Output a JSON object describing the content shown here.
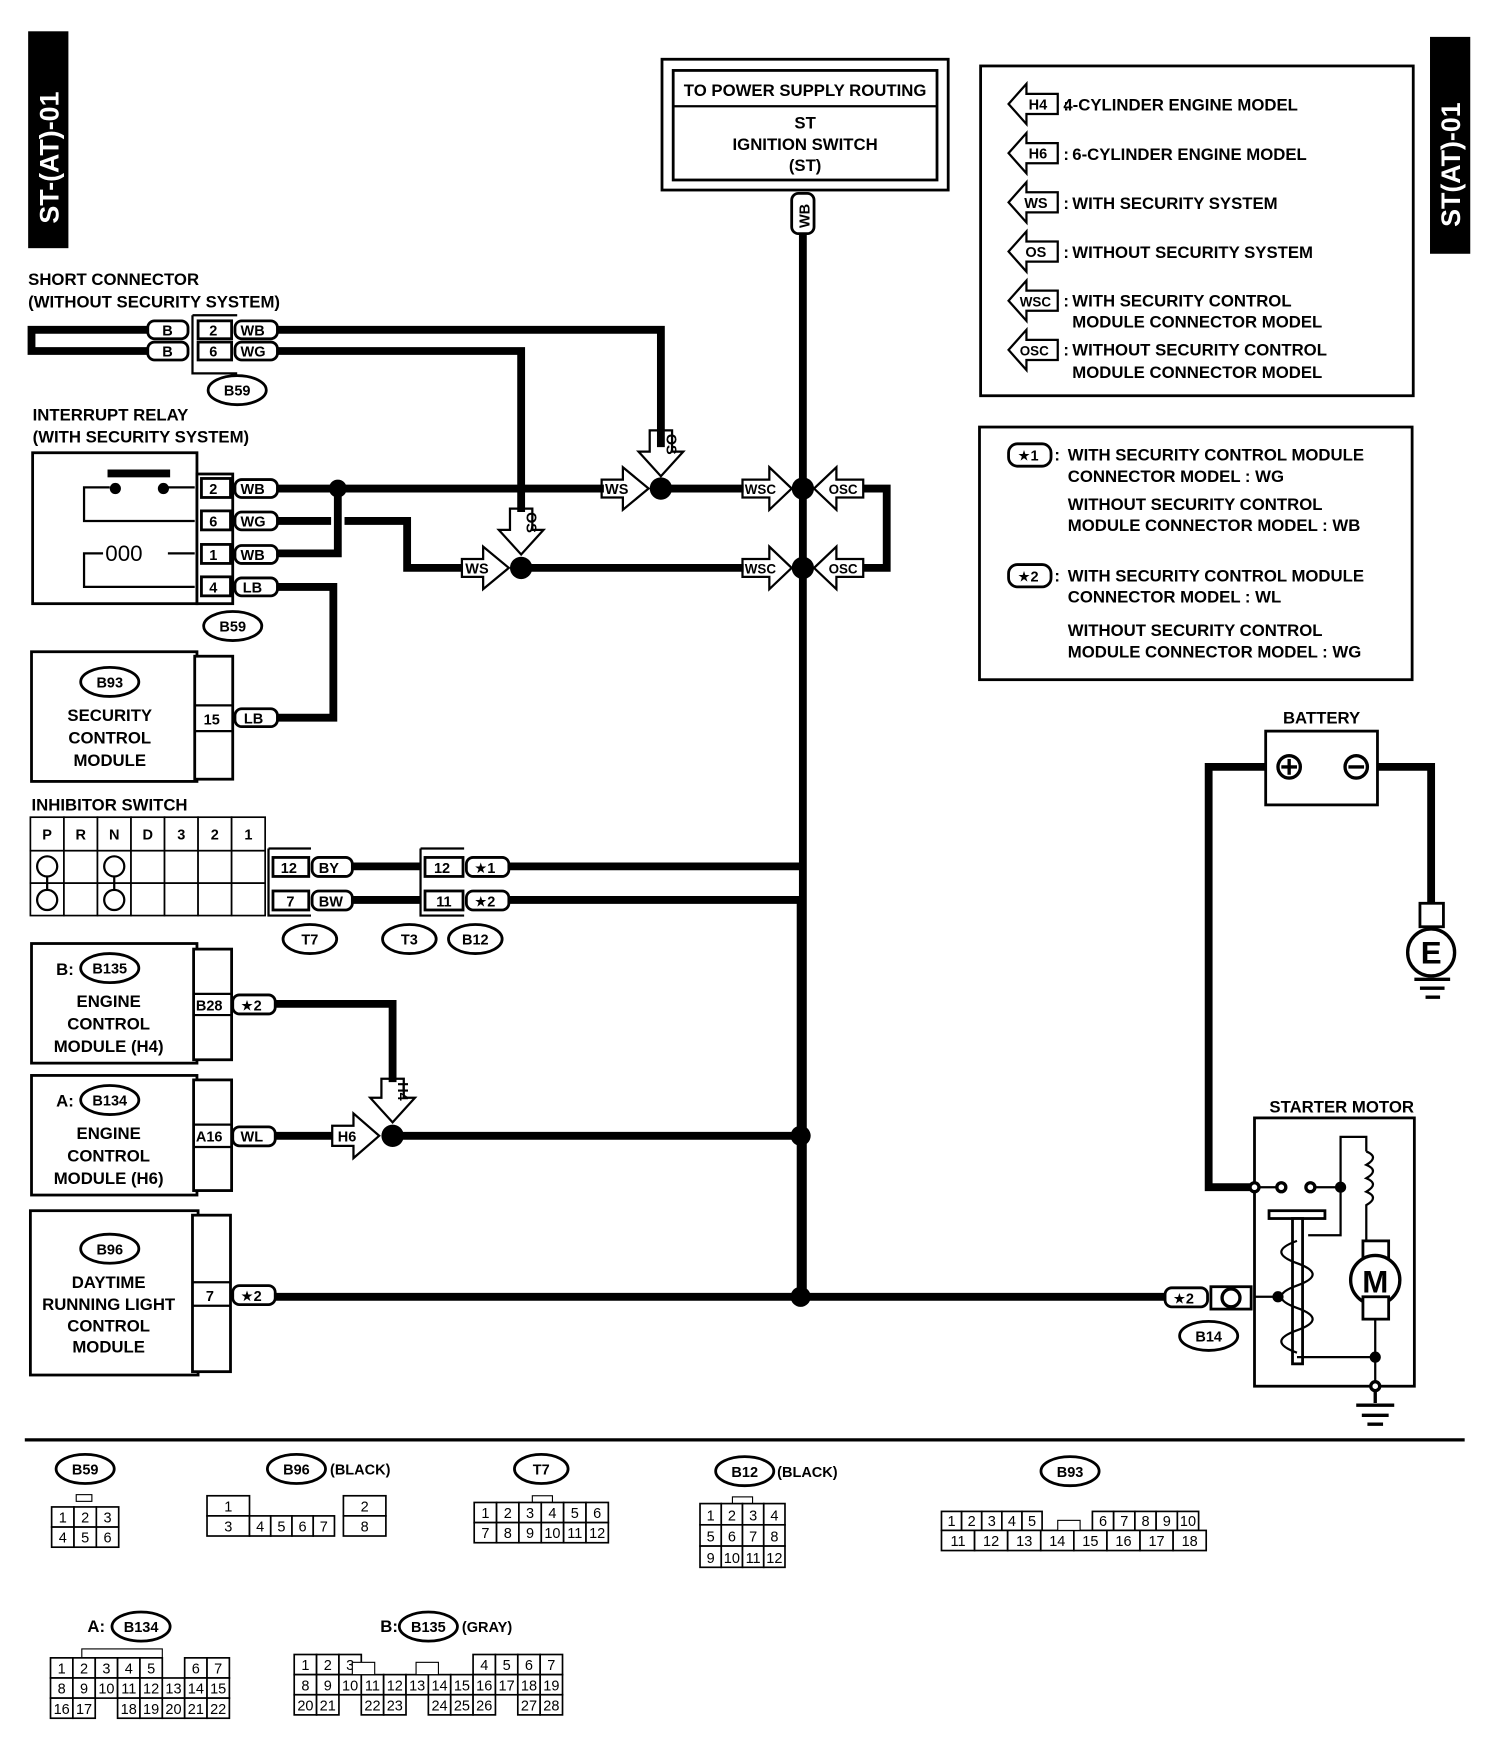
{
  "page_tag": "ST-(AT)-01",
  "page_tag_right": "ST(AT)-01",
  "power_box": {
    "title": "TO POWER SUPPLY ROUTING",
    "line1": "ST",
    "line2": "IGNITION SWITCH",
    "line3": "(ST)",
    "wire": "WB"
  },
  "legend": [
    {
      "code": "H4",
      "text": "4-CYLINDER ENGINE MODEL"
    },
    {
      "code": "H6",
      "text": "6-CYLINDER ENGINE MODEL"
    },
    {
      "code": "WS",
      "text": "WITH SECURITY SYSTEM"
    },
    {
      "code": "OS",
      "text": "WITHOUT SECURITY SYSTEM"
    },
    {
      "code": "WSC",
      "text": "WITH SECURITY CONTROL",
      "text2": "MODULE CONNECTOR MODEL"
    },
    {
      "code": "OSC",
      "text": "WITHOUT SECURITY CONTROL",
      "text2": "MODULE CONNECTOR MODEL"
    }
  ],
  "notes": [
    {
      "code": "★1",
      "l1": "WITH SECURITY CONTROL MODULE",
      "l2": "CONNECTOR MODEL  :  WG",
      "l3": "WITHOUT SECURITY CONTROL",
      "l4": "MODULE CONNECTOR MODEL :  WB"
    },
    {
      "code": "★2",
      "l1": "WITH SECURITY CONTROL MODULE",
      "l2": "CONNECTOR MODEL  :  WL",
      "l3": "WITHOUT SECURITY CONTROL",
      "l4": "MODULE CONNECTOR MODEL   :  WG"
    }
  ],
  "short_connector": {
    "title": "SHORT CONNECTOR",
    "subtitle": "(WITHOUT SECURITY SYSTEM)",
    "left_wires": [
      "B",
      "B"
    ],
    "pins": [
      "2",
      "6"
    ],
    "wires": [
      "WB",
      "WG"
    ],
    "connector": "B59"
  },
  "interrupt_relay": {
    "title": "INTERRUPT RELAY",
    "subtitle": "(WITH SECURITY SYSTEM)",
    "pins": [
      "2",
      "6",
      "1",
      "4"
    ],
    "wires": [
      "WB",
      "WG",
      "WB",
      "LB"
    ],
    "coil": "000",
    "connector": "B59"
  },
  "security_module": {
    "connector": "B93",
    "name1": "SECURITY",
    "name2": "CONTROL",
    "name3": "MODULE",
    "pin": "15",
    "wire": "LB"
  },
  "inhibitor_switch": {
    "title": "INHIBITOR SWITCH",
    "positions": [
      "P",
      "R",
      "N",
      "D",
      "3",
      "2",
      "1"
    ],
    "pins": [
      "12",
      "7"
    ],
    "wires": [
      "BY",
      "BW"
    ],
    "connector": "T7",
    "t3_pins": [
      "12",
      "11"
    ],
    "t3_wires": [
      "★1",
      "★2"
    ],
    "t3_connector": "T3",
    "b12_connector": "B12"
  },
  "ecm_h4": {
    "prefix": "B:",
    "connector": "B135",
    "name1": "ENGINE",
    "name2": "CONTROL",
    "name3": "MODULE (H4)",
    "pin": "B28",
    "wire": "★2"
  },
  "ecm_h6": {
    "prefix": "A:",
    "connector": "B134",
    "name1": "ENGINE",
    "name2": "CONTROL",
    "name3": "MODULE (H6)",
    "pin": "A16",
    "wire": "WL"
  },
  "drl_module": {
    "connector": "B96",
    "name1": "DAYTIME",
    "name2": "RUNNING LIGHT",
    "name3": "CONTROL",
    "name4": "MODULE",
    "pin": "7",
    "wire": "★2"
  },
  "junction_flags": {
    "ws": "WS",
    "os": "OS",
    "wsc": "WSC",
    "osc": "OSC",
    "h4": "H4",
    "h6": "H6"
  },
  "battery": {
    "label": "BATTERY",
    "plus": "+",
    "minus": "−",
    "ground": "E"
  },
  "starter": {
    "label": "STARTER MOTOR",
    "wire": "★2",
    "connector": "B14",
    "motor": "M"
  },
  "connector_views": {
    "b59": {
      "name": "B59",
      "rows": [
        [
          "1",
          "2",
          "3"
        ],
        [
          "4",
          "5",
          "6"
        ]
      ]
    },
    "b96": {
      "name": "B96",
      "color": "(BLACK)",
      "top": [
        "1",
        "2"
      ],
      "bottom": [
        "3",
        "4",
        "5",
        "6",
        "7",
        "8"
      ]
    },
    "t7": {
      "name": "T7",
      "rows": [
        [
          "1",
          "2",
          "3",
          "4",
          "5",
          "6"
        ],
        [
          "7",
          "8",
          "9",
          "10",
          "11",
          "12"
        ]
      ]
    },
    "b12": {
      "name": "B12",
      "color": "(BLACK)",
      "rows": [
        [
          "1",
          "2",
          "3",
          "4"
        ],
        [
          "5",
          "6",
          "7",
          "8"
        ],
        [
          "9",
          "10",
          "11",
          "12"
        ]
      ]
    },
    "b93": {
      "name": "B93",
      "top": [
        "1",
        "2",
        "3",
        "4",
        "5",
        "6",
        "7",
        "8",
        "9",
        "10"
      ],
      "bottom": [
        "11",
        "12",
        "13",
        "14",
        "15",
        "16",
        "17",
        "18"
      ]
    },
    "b134": {
      "prefix": "A:",
      "name": "B134",
      "row1": [
        "1",
        "2",
        "3",
        "4",
        "5",
        "",
        "6",
        "7"
      ],
      "row2": [
        "8",
        "9",
        "10",
        "11",
        "12",
        "13",
        "14",
        "15"
      ],
      "row3": [
        "16",
        "17",
        "",
        "18",
        "19",
        "20",
        "21",
        "22"
      ]
    },
    "b135": {
      "prefix": "B:",
      "name": "B135",
      "color": "(GRAY)",
      "row1": [
        "1",
        "2",
        "3",
        "",
        "",
        "",
        "",
        "",
        "4",
        "5",
        "6",
        "7"
      ],
      "row2": [
        "8",
        "9",
        "10",
        "11",
        "12",
        "13",
        "14",
        "15",
        "16",
        "17",
        "18",
        "19"
      ],
      "row3": [
        "20",
        "21",
        "",
        "22",
        "23",
        "",
        "24",
        "25",
        "26",
        "",
        "27",
        "28"
      ]
    }
  }
}
